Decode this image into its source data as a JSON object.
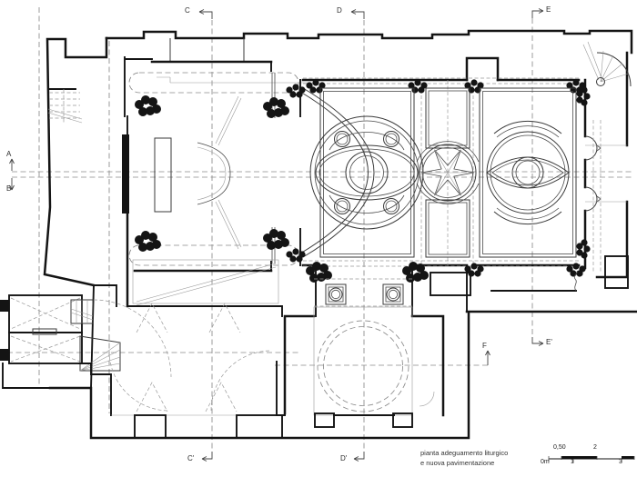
{
  "title": {
    "line1": "pianta adeguamento liturgico",
    "line2": "e nuova pavimentazione"
  },
  "markers": {
    "a": "A",
    "b": "B",
    "c": "C",
    "c1": "C'",
    "d": "D",
    "d1": "D'",
    "e": "E",
    "e1": "E'",
    "f": "F"
  },
  "scale": {
    "m0": "0m",
    "m05": "0,50",
    "m1": "1",
    "m2": "2",
    "m3": "3"
  },
  "colors": {
    "wall": "#141414",
    "line": "#3a3a3a",
    "dashed": "#8a8a8a",
    "text": "#333333",
    "background": "#ffffff"
  }
}
